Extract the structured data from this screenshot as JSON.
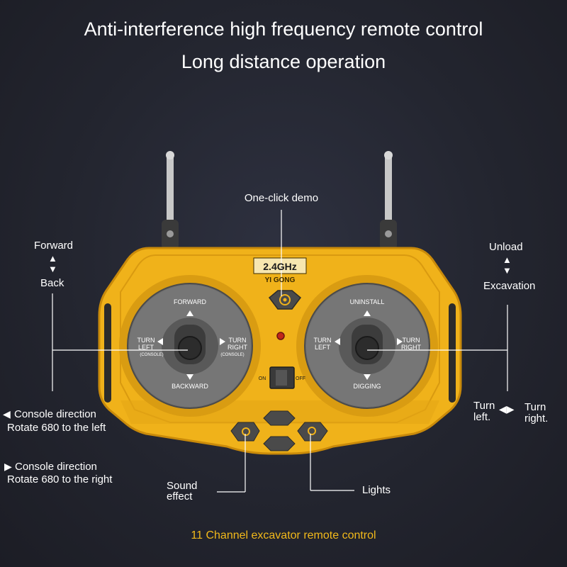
{
  "header": {
    "line1": "Anti-interference high frequency remote control",
    "line2": "Long distance operation"
  },
  "callouts": {
    "demo": "One-click demo",
    "forward": "Forward",
    "back": "Back",
    "unload": "Unload",
    "excavation": "Excavation",
    "console_left_1": "Console direction",
    "console_left_2": "Rotate 680 to the left",
    "console_right_1": "Console direction",
    "console_right_2": "Rotate 680 to the right",
    "turn_left_1": "Turn",
    "turn_left_2": "left.",
    "turn_right_1": "Turn",
    "turn_right_2": "right.",
    "sound_1": "Sound",
    "sound_2": "effect",
    "lights": "Lights"
  },
  "remote": {
    "freq": "2.4GHz",
    "brand": "YI GONG",
    "left_stick": {
      "top": "FORWARD",
      "bottom": "BACKWARD",
      "left_1": "TURN",
      "left_2": "LEFT",
      "left_3": "(CONSOLE)",
      "right_1": "TURN",
      "right_2": "RIGHT",
      "right_3": "(CONSOLE)"
    },
    "right_stick": {
      "top": "UNINSTALL",
      "bottom": "DIGGING",
      "left_1": "TURN",
      "left_2": "LEFT",
      "right_1": "TURN",
      "right_2": "RIGHT"
    },
    "switch_on": "ON",
    "switch_off": "OFF"
  },
  "footer": "11 Channel excavator remote control",
  "colors": {
    "body_yellow": "#f0b21a",
    "accent_footer": "#f2b91a",
    "background": "#23252f"
  }
}
